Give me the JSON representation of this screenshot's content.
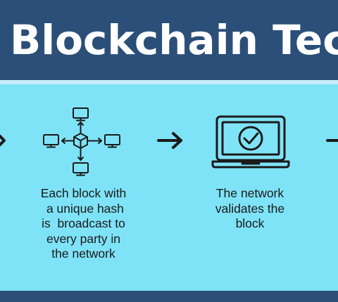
{
  "header": {
    "title": "Blockchain Technolog"
  },
  "steps": [
    {
      "icon": "broadcast-network-icon",
      "text": "Each block with\n a unique hash\nis  broadcast to\nevery party in\nthe network"
    },
    {
      "icon": "laptop-check-icon",
      "text": "The network\nvalidates the\nblock"
    }
  ],
  "colors": {
    "header_bg": "#2b4f78",
    "panel_bg": "#7fe3f7",
    "ink": "#1a1a1a"
  }
}
